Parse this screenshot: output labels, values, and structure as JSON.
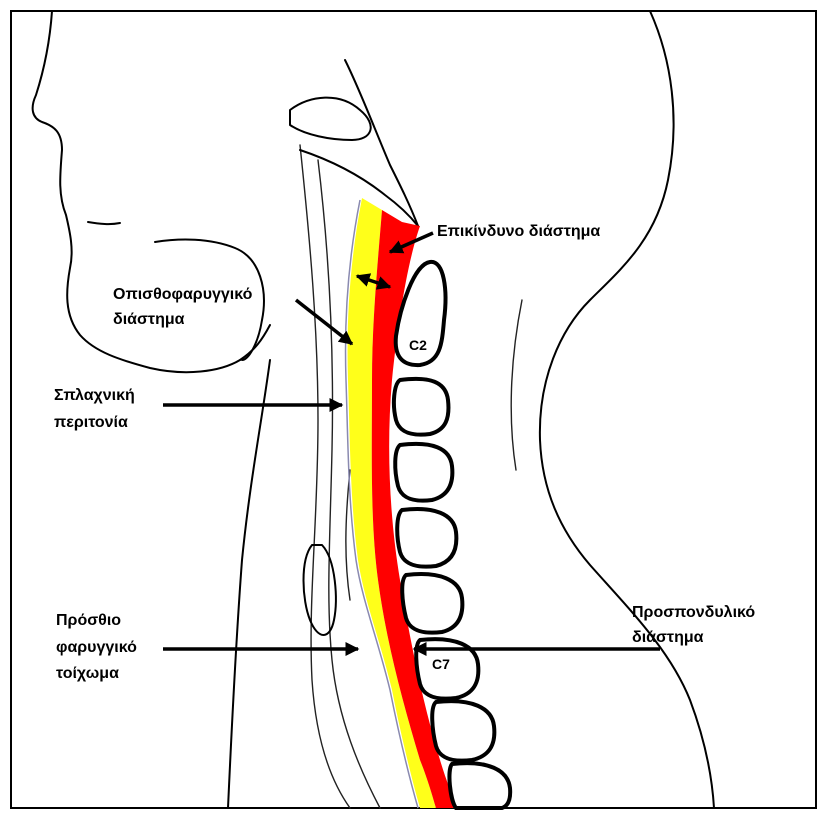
{
  "labels": {
    "danger_space": "Επικίνδυνο διάστημα",
    "retropharyngeal_l1": "Οπισθοφαρυγγικό",
    "retropharyngeal_l2": "διάστημα",
    "visceral_l1": "Σπλαχνική",
    "visceral_l2": "περιτονία",
    "anterior_l1": "Πρόσθιο",
    "anterior_l2": "φαρυγγικό",
    "anterior_l3": "τοίχωμα",
    "prevertebral_l1": "Προσπονδυλικό",
    "prevertebral_l2": "διάστημα"
  },
  "vertebra_labels": {
    "c2": "C2",
    "c7": "C7"
  },
  "colors": {
    "danger_space": "#ff0000",
    "retropharyngeal_space": "#ffff1a",
    "outline": "#000000",
    "fascia": "#8a8ab0"
  }
}
